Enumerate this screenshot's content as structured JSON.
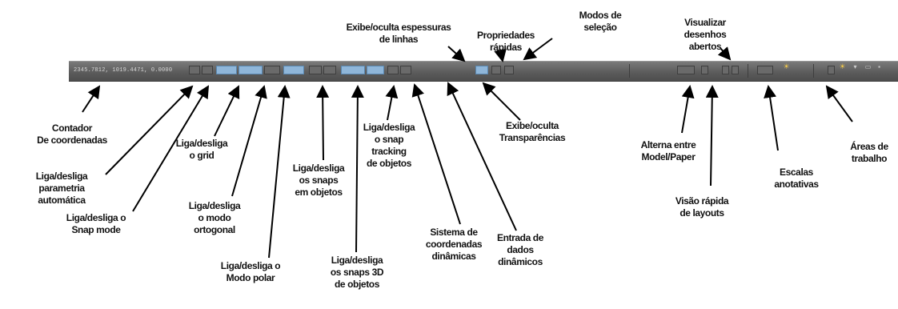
{
  "status_bar": {
    "coordinates": "2345.7812, 1019.4471, 0.0000",
    "colors": {
      "bar": "#5e5e5e",
      "button_on": "#8fb6d9",
      "button_off": "#6a6a6a"
    },
    "icons": [
      "sun-icon",
      "annotation-scale-icon",
      "workspace-gear-icon",
      "lock-icon",
      "fullscreen-icon"
    ]
  },
  "annotations": {
    "contador": "Contador\nDe coordenadas",
    "parametria": "Liga/desliga\nparametria\nautomática",
    "snap": "Liga/desliga o\nSnap mode",
    "grid": "Liga/desliga\no grid",
    "ortogonal": "Liga/desliga\no modo\nortogonal",
    "polar": "Liga/desliga o\nModo polar",
    "osnap": "Liga/desliga\nos snaps\nem objetos",
    "snaps3d": "Liga/desliga\nos snaps 3D\nde objetos",
    "tracking": "Liga/desliga\no snap\ntracking\nde objetos",
    "ucs": "Sistema de\ncoordenadas\ndinâmicas",
    "dyn": "Entrada de\ndados\ndinâmicos",
    "transparencias": "Exibe/oculta\nTransparências",
    "espessuras": "Exibe/oculta espessuras\nde linhas",
    "propriedades": "Propriedades\nrápidas",
    "selecao": "Modos de\nseleção",
    "model_paper": "Alterna entre\nModel/Paper",
    "layouts": "Visão rápida\nde layouts",
    "desenhos": "Visualizar\ndesenhos\nabertos",
    "escalas": "Escalas\nanotativas",
    "areas": "Áreas de\ntrabalho"
  }
}
